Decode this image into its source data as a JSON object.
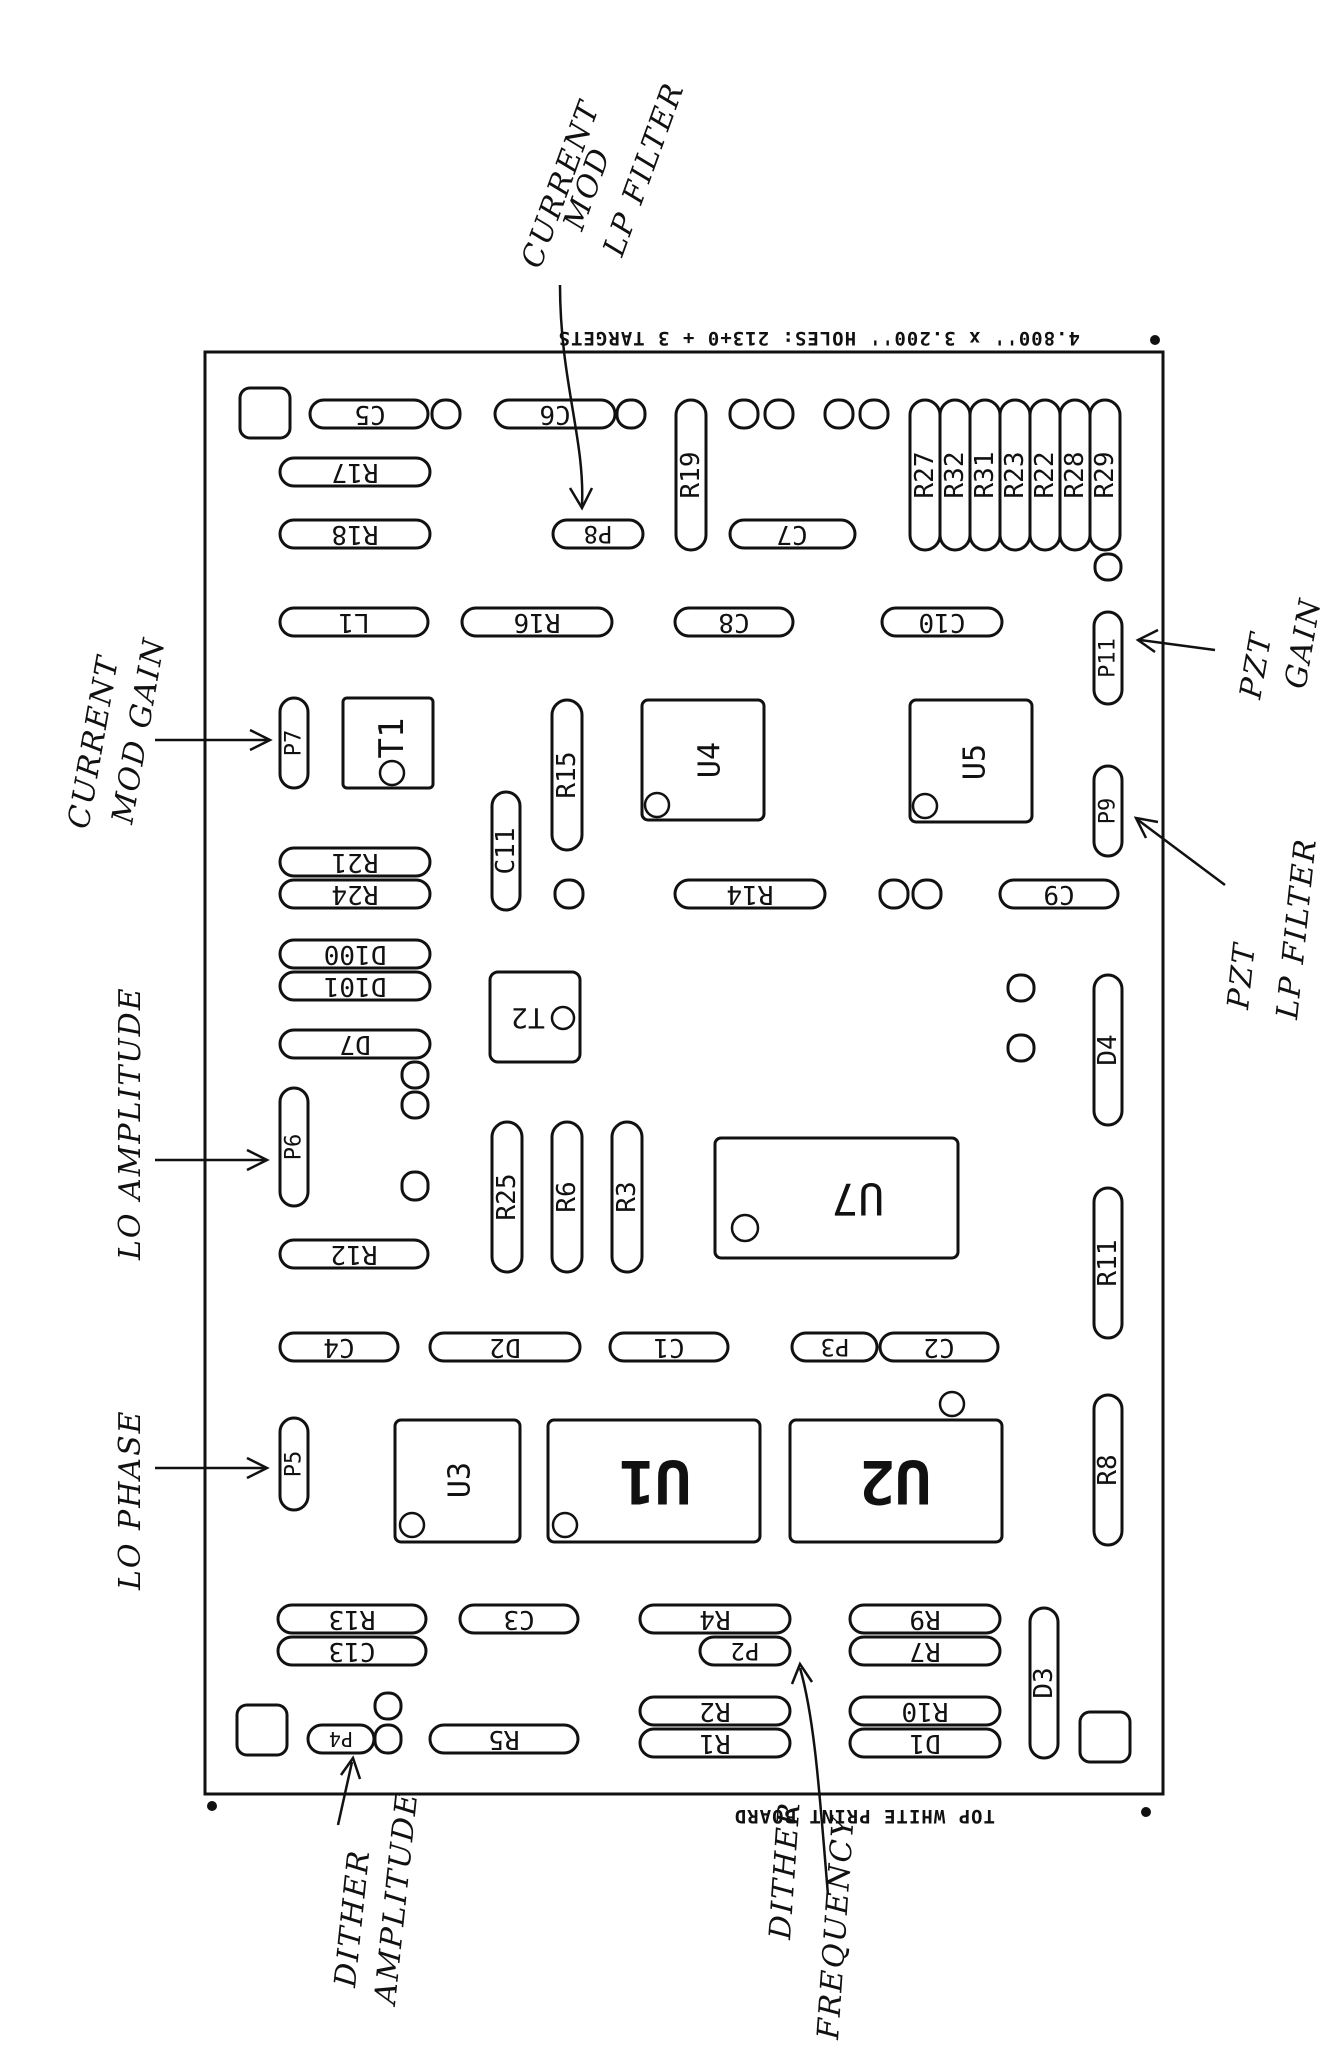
{
  "header_text": "4.800'' x 3.200'' HOLES: 213+0 + 3 TARGETS",
  "footer_text": "TOP WHITE PRINT BOARD",
  "colors": {
    "ink": "#111111",
    "paper": "#ffffff"
  },
  "components": {
    "C5": "C5",
    "C6": "C6",
    "R19": "R19",
    "R17": "R17",
    "R18": "R18",
    "P8": "P8",
    "C7": "C7",
    "R27": "R27",
    "R32": "R32",
    "R31": "R31",
    "R23": "R23",
    "R22": "R22",
    "R28": "R28",
    "R29": "R29",
    "L1": "L1",
    "R16": "R16",
    "C8": "C8",
    "C10": "C10",
    "P11": "P11",
    "P7": "P7",
    "T1": "T1",
    "R15": "R15",
    "U4": "U4",
    "U5": "U5",
    "P9": "P9",
    "R21": "R21",
    "R24": "R24",
    "C11": "C11",
    "R14": "R14",
    "C9": "C9",
    "D100": "D100",
    "D101": "D101",
    "T2": "T2",
    "D7": "D7",
    "D4": "D4",
    "P6": "P6",
    "R25": "R25",
    "R6": "R6",
    "R3": "R3",
    "U7": "U7",
    "R12": "R12",
    "R11": "R11",
    "C4": "C4",
    "D2": "D2",
    "C1": "C1",
    "P3": "P3",
    "C2": "C2",
    "P5": "P5",
    "U3": "U3",
    "U1": "U1",
    "U2": "U2",
    "R8": "R8",
    "R13": "R13",
    "C13": "C13",
    "C3": "C3",
    "R4": "R4",
    "P2": "P2",
    "R9": "R9",
    "R7": "R7",
    "D3": "D3",
    "R2": "R2",
    "R1": "R1",
    "R10": "R10",
    "D1": "D1",
    "P4": "P4",
    "R5": "R5"
  },
  "annotations": {
    "current_mod_lp_filter": [
      "CURRENT",
      "MOD",
      "LP FILTER"
    ],
    "current_mod_gain": [
      "CURRENT",
      "MOD GAIN"
    ],
    "pzt_gain": [
      "PZT",
      "GAIN"
    ],
    "pzt_lp_filter": [
      "PZT",
      "LP FILTER"
    ],
    "lo_amplitude": "LO AMPLITUDE",
    "lo_phase": "LO PHASE",
    "dither_amplitude": [
      "DITHER",
      "AMPLITUDE"
    ],
    "dither_frequency": [
      "DITHER",
      "FREQUENCY"
    ]
  }
}
